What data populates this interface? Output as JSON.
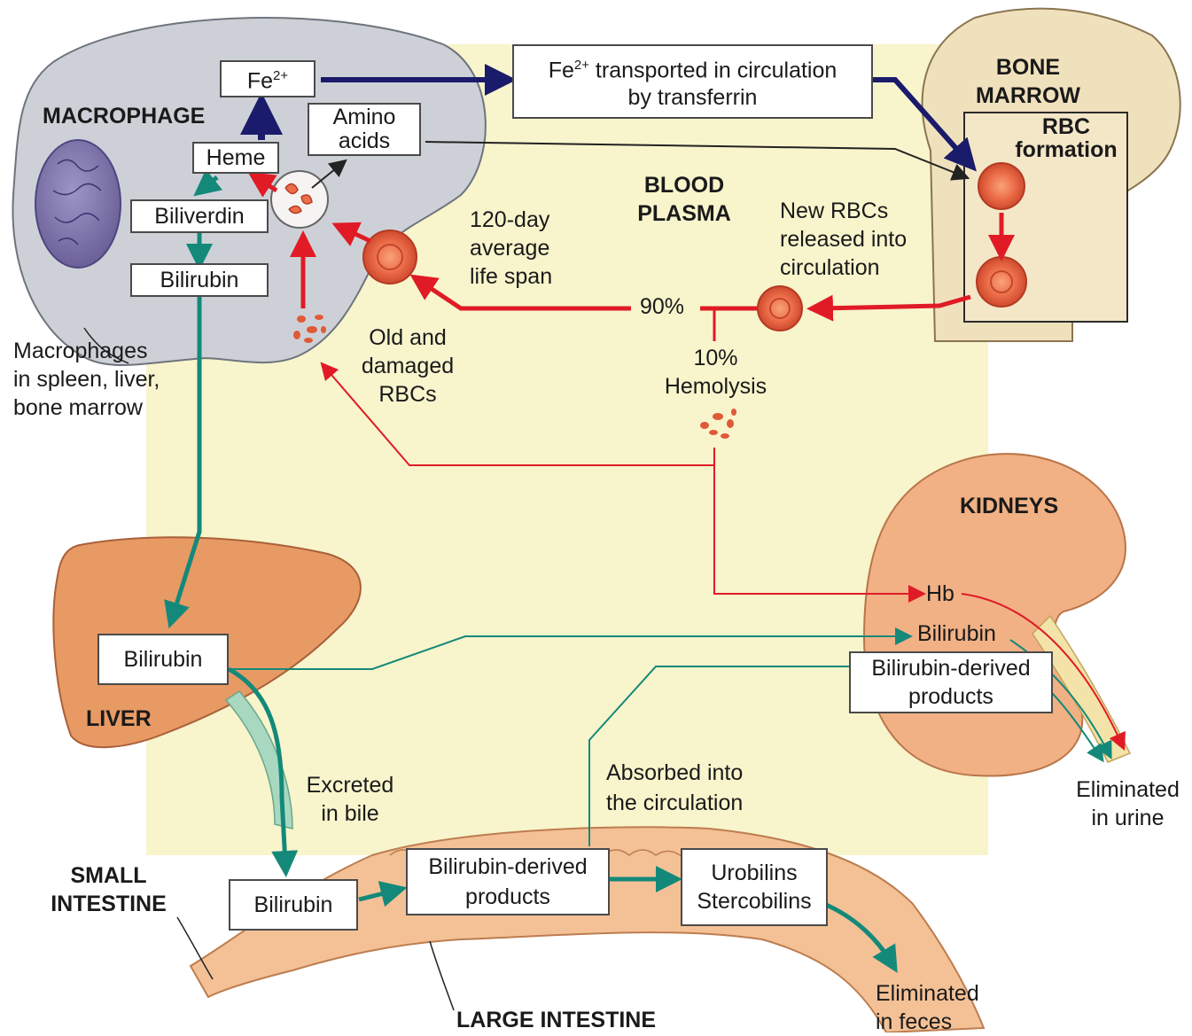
{
  "colors": {
    "plasma_bg": "#f8f4cc",
    "red_flow": "#e01b26",
    "green_flow": "#14897a",
    "navy_flow": "#1b1b6b",
    "organ_orange": "#eca06e",
    "macrophage_gray": "#cdd1d7"
  },
  "labels": {
    "macrophage": "MACROPHAGE",
    "blood_plasma": "BLOOD\nPLASMA",
    "bone_marrow": "BONE\nMARROW",
    "rbc_formation": "RBC\nformation",
    "kidneys": "KIDNEYS",
    "liver": "LIVER",
    "small_intestine": "SMALL\nINTESTINE",
    "large_intestine": "LARGE INTESTINE",
    "life_span": "120-day\naverage\nlife span",
    "new_rbcs": "New RBCs\nreleased into\ncirculation",
    "pct_90": "90%",
    "hemolysis": "10%\nHemolysis",
    "old_rbcs": "Old and\ndamaged\nRBCs",
    "macrophages_location": "Macrophages\nin spleen, liver,\nbone marrow",
    "excreted": "Excreted\nin bile",
    "absorbed": "Absorbed into\nthe circulation",
    "eliminated_urine": "Eliminated\nin urine",
    "eliminated_feces": "Eliminated\nin feces",
    "kidney_hb": "Hb",
    "kidney_bilirubin": "Bilirubin"
  },
  "boxes": {
    "fe_base": "Fe",
    "fe_sup": "2+",
    "fe_transport_base": "Fe",
    "fe_transport_sup": "2+",
    "fe_transport_rest": " transported in circulation",
    "fe_transport_line2": "by transferrin",
    "amino": "Amino\nacids",
    "heme": "Heme",
    "biliverdin": "Biliverdin",
    "bilirubin_macro": "Bilirubin",
    "bilirubin_liver": "Bilirubin",
    "bilirubin_small": "Bilirubin",
    "derived_large": "Bilirubin-derived\nproducts",
    "urobilins": "Urobilins\nStercobilins",
    "derived_kidney": "Bilirubin-derived\nproducts"
  }
}
